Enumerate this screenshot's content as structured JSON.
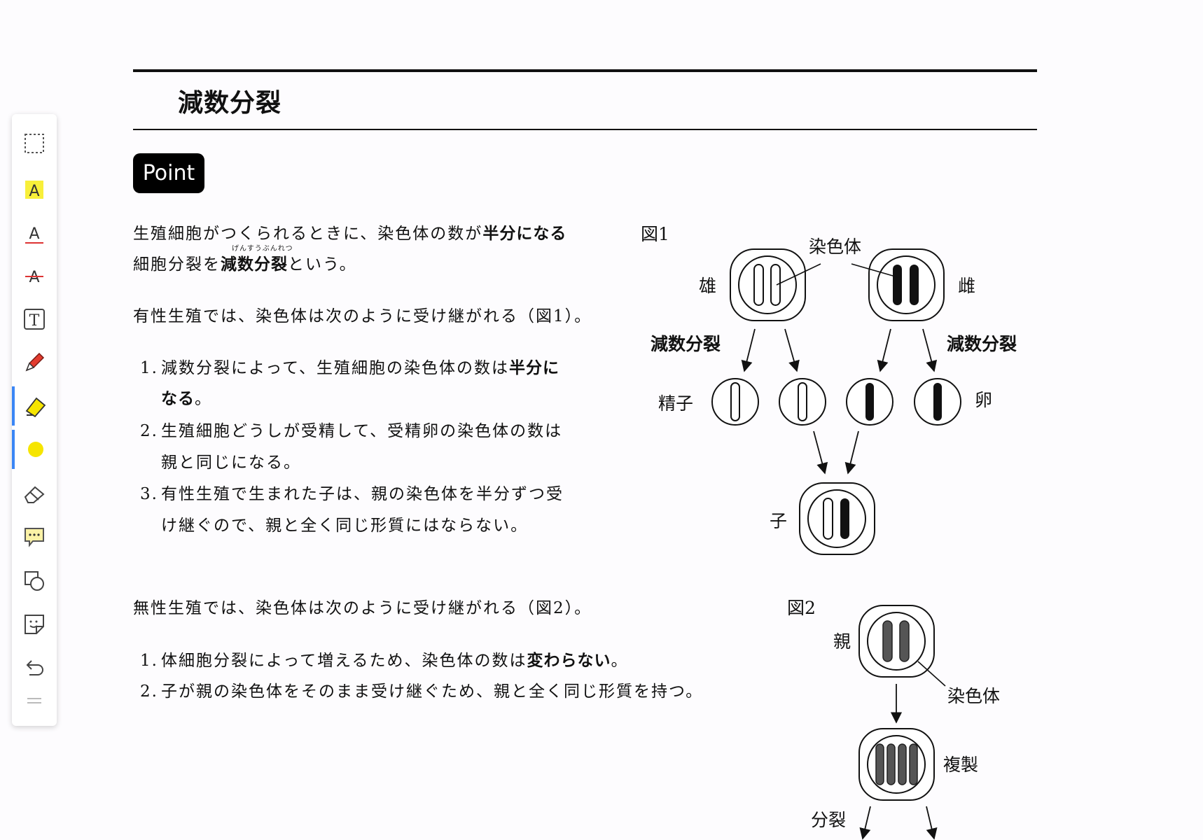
{
  "toolbar": {
    "tools": [
      {
        "name": "marquee-select-icon"
      },
      {
        "name": "highlight-text-icon",
        "label": "A"
      },
      {
        "name": "underline-text-icon",
        "label": "A"
      },
      {
        "name": "strikethrough-text-icon",
        "label": "A"
      },
      {
        "name": "text-box-icon",
        "label": "T"
      },
      {
        "name": "pen-icon"
      },
      {
        "name": "highlighter-icon",
        "active": true
      },
      {
        "name": "color-swatch-icon",
        "color": "#f6e500"
      },
      {
        "name": "eraser-icon"
      },
      {
        "name": "comment-icon"
      },
      {
        "name": "shapes-icon"
      },
      {
        "name": "sticker-icon"
      },
      {
        "name": "undo-icon"
      },
      {
        "name": "drag-handle-icon"
      }
    ],
    "accent": "#3a86f5"
  },
  "page": {
    "title": "減数分裂",
    "point_label": "Point",
    "intro": {
      "line1_pre": "生殖細胞がつくられるときに、染色体の数が",
      "line1_bold": "半分になる",
      "line2_pre": "細胞分裂を",
      "line2_bold": "減数分裂",
      "line2_post": "という。",
      "ruby": "げんすうぶんれつ"
    },
    "sexual": {
      "lead": "有性生殖では、染色体は次のように受け継がれる（図1）。",
      "items": [
        {
          "num": "1.",
          "line1_pre": "減数分裂によって、生殖細胞の染色体の数は",
          "line1_bold": "半分に",
          "line2_bold": "なる",
          "line2_post": "。"
        },
        {
          "num": "2.",
          "line1": "生殖細胞どうしが受精して、受精卵の染色体の数は",
          "line2": "親と同じになる。"
        },
        {
          "num": "3.",
          "line1": "有性生殖で生まれた子は、親の染色体を半分ずつ受",
          "line2": "け継ぐので、親と全く同じ形質にはならない。"
        }
      ]
    },
    "asexual": {
      "lead": "無性生殖では、染色体は次のように受け継がれる（図2）。",
      "items": [
        {
          "num": "1.",
          "pre": "体細胞分裂によって増えるため、染色体の数は",
          "bold": "変わらない",
          "post": "。"
        },
        {
          "num": "2.",
          "text": "子が親の染色体をそのまま受け継ぐため、親と全く同じ形質を持つ。"
        }
      ]
    }
  },
  "fig1": {
    "label": "図1",
    "chromosome_label": "染色体",
    "male": "雄",
    "female": "雌",
    "meiosis_left": "減数分裂",
    "meiosis_right": "減数分裂",
    "sperm": "精子",
    "egg": "卵",
    "child": "子"
  },
  "fig2": {
    "label": "図2",
    "parent": "親",
    "chromosome_label": "染色体",
    "replication": "複製",
    "division": "分裂"
  }
}
